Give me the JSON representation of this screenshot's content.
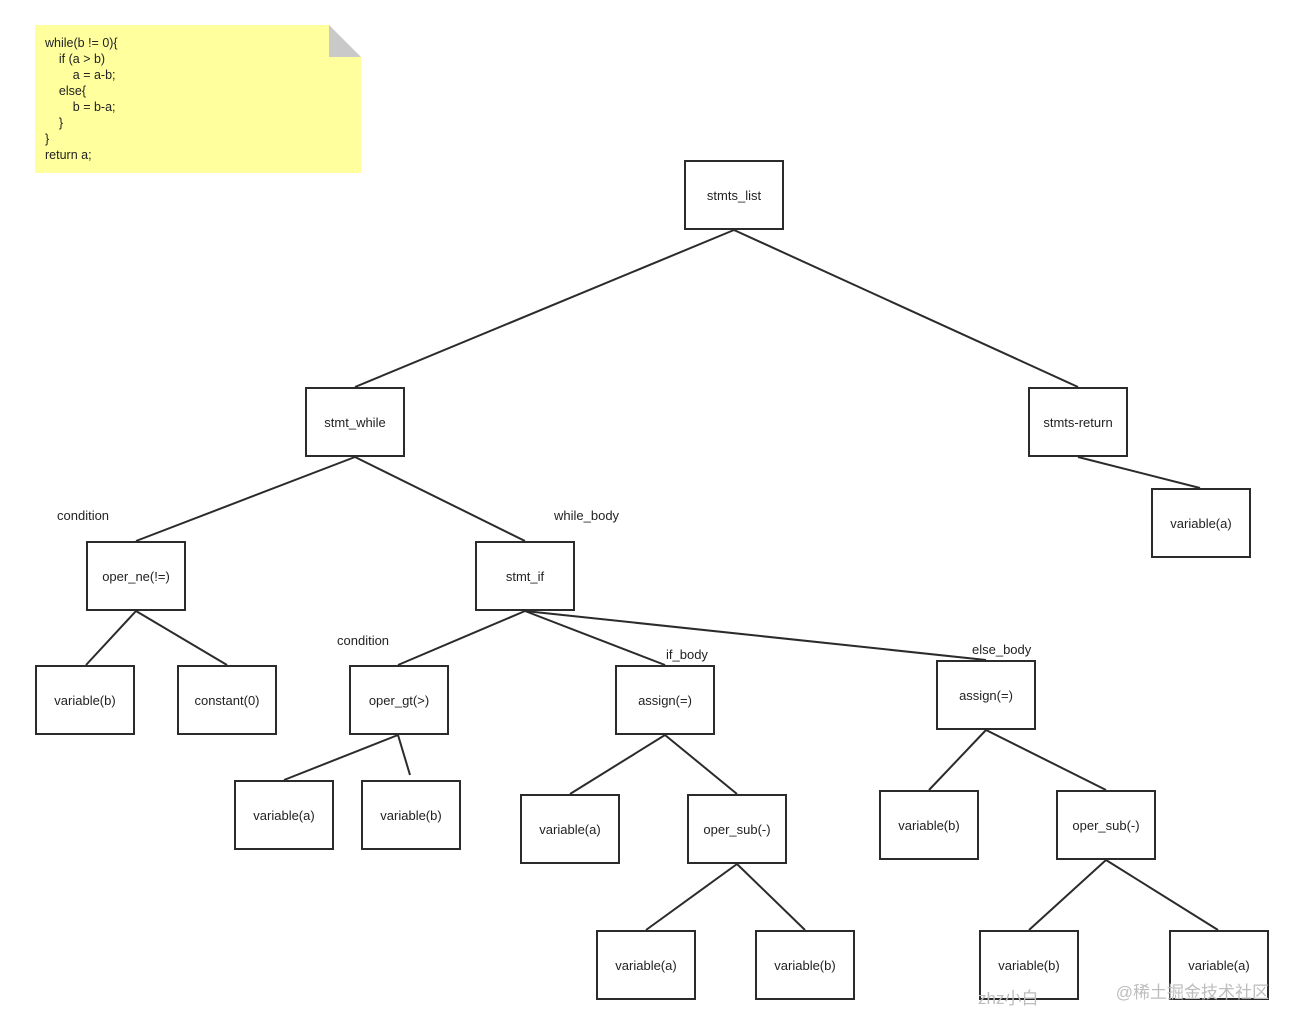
{
  "note": {
    "code": "while(b != 0){\n    if (a > b)\n        a = a-b;\n    else{\n        b = b-a;\n    }\n}\nreturn a;"
  },
  "nodes": {
    "stmts_list": "stmts_list",
    "stmt_while": "stmt_while",
    "stmts_return": "stmts-return",
    "return_var_a": "variable(a)",
    "oper_ne": "oper_ne(!=)",
    "stmt_if": "stmt_if",
    "ne_var_b": "variable(b)",
    "ne_const_0": "constant(0)",
    "oper_gt": "oper_gt(>)",
    "gt_var_a": "variable(a)",
    "gt_var_b": "variable(b)",
    "if_assign": "assign(=)",
    "if_assign_var_a": "variable(a)",
    "if_oper_sub": "oper_sub(-)",
    "if_sub_var_a": "variable(a)",
    "if_sub_var_b": "variable(b)",
    "else_assign": "assign(=)",
    "else_assign_var_b": "variable(b)",
    "else_oper_sub": "oper_sub(-)",
    "else_sub_var_b": "variable(b)",
    "else_sub_var_a": "variable(a)"
  },
  "edge_labels": {
    "while_condition": "condition",
    "while_body": "while_body",
    "if_condition": "condition",
    "if_body": "if_body",
    "else_body": "else_body"
  },
  "watermark": {
    "text": "@稀土掘金技术社区",
    "partial": "zhz小白"
  }
}
